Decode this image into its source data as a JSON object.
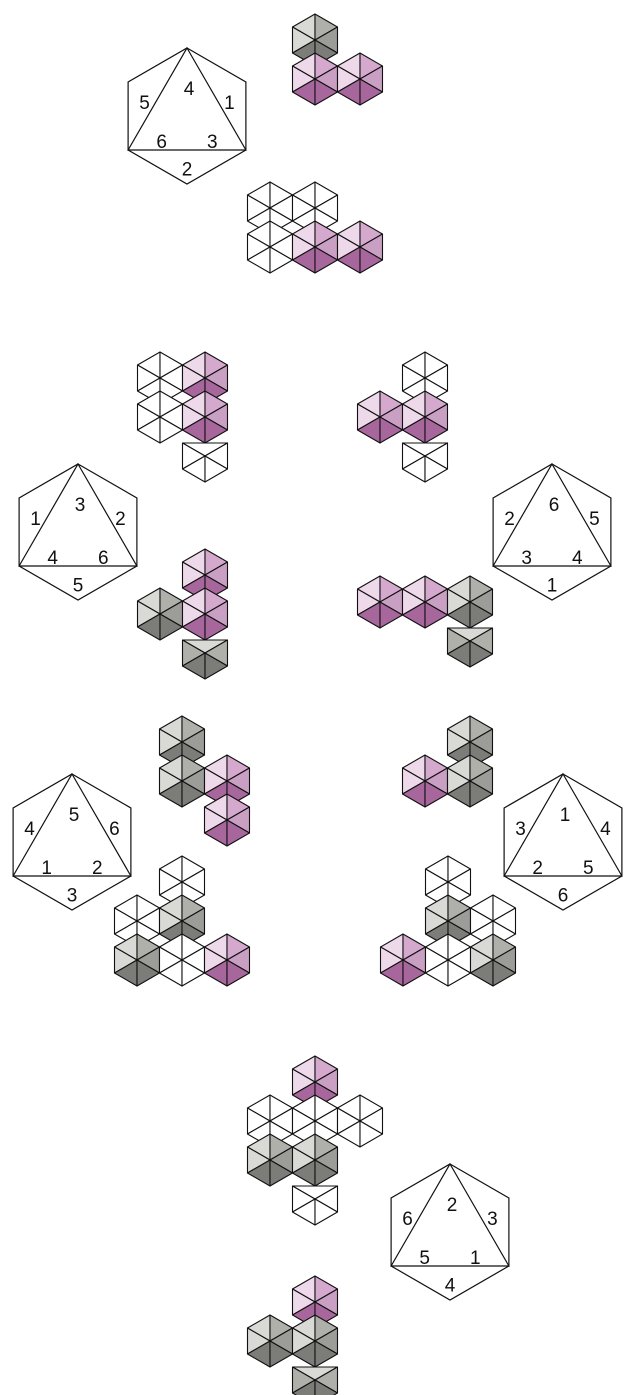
{
  "colors": {
    "stroke": "#111111",
    "background": "#ffffff",
    "white_face": "#ffffff",
    "pink": {
      "light": "#eed9ea",
      "mid": "#d5a9ce",
      "dark": "#c9a0c4",
      "deep": "#a8679c"
    },
    "gray": {
      "light": "#d9d9d6",
      "mid": "#b0b0ab",
      "dark": "#9c9c98",
      "deep": "#7c7c78"
    }
  },
  "hexagons": [
    {
      "labels": [
        "4",
        "1",
        "3",
        "2",
        "6",
        "5"
      ]
    },
    {
      "labels": [
        "3",
        "2",
        "6",
        "5",
        "4",
        "1"
      ]
    },
    {
      "labels": [
        "6",
        "5",
        "4",
        "1",
        "3",
        "2"
      ]
    },
    {
      "labels": [
        "5",
        "6",
        "2",
        "3",
        "1",
        "4"
      ]
    },
    {
      "labels": [
        "1",
        "4",
        "5",
        "6",
        "2",
        "3"
      ]
    },
    {
      "labels": [
        "2",
        "3",
        "1",
        "4",
        "5",
        "6"
      ]
    }
  ],
  "pieces": [
    {
      "id": "top-piece",
      "cubes": [
        {
          "c": 0,
          "r": 0,
          "color": "gray",
          "flat": false
        },
        {
          "c": 0,
          "r": 1,
          "color": "pink",
          "flat": false
        },
        {
          "c": 1,
          "r": 1,
          "color": "pink",
          "flat": false
        }
      ]
    },
    {
      "id": "block-top-center",
      "cubes": [
        {
          "c": -1,
          "r": 0,
          "color": "white",
          "flat": false
        },
        {
          "c": 0,
          "r": 0,
          "color": "white",
          "flat": false
        },
        {
          "c": -1,
          "r": 1,
          "color": "white",
          "flat": false
        },
        {
          "c": 0,
          "r": 1,
          "color": "pink",
          "flat": false
        },
        {
          "c": 1,
          "r": 1,
          "color": "pink",
          "flat": false
        }
      ]
    },
    {
      "id": "block-left-1",
      "cubes": [
        {
          "c": -1,
          "r": 0,
          "color": "white",
          "flat": false
        },
        {
          "c": 0,
          "r": 0,
          "color": "pink",
          "flat": false
        },
        {
          "c": 0,
          "r": 1,
          "color": "pink",
          "flat": false
        },
        {
          "c": -1,
          "r": 1,
          "color": "white",
          "flat": false
        },
        {
          "c": 0,
          "r": 2,
          "color": "white",
          "flat": true
        }
      ]
    },
    {
      "id": "block-right-1",
      "cubes": [
        {
          "c": 0,
          "r": 0,
          "color": "white",
          "flat": false
        },
        {
          "c": -1,
          "r": 1,
          "color": "pink",
          "flat": false
        },
        {
          "c": 0,
          "r": 1,
          "color": "pink",
          "flat": false
        },
        {
          "c": 0,
          "r": 2,
          "color": "white",
          "flat": true
        }
      ]
    },
    {
      "id": "piece-left-2",
      "cubes": [
        {
          "c": 0,
          "r": 0,
          "color": "pink",
          "flat": false
        },
        {
          "c": -1,
          "r": 1,
          "color": "gray",
          "flat": false
        },
        {
          "c": 0,
          "r": 1,
          "color": "pink",
          "flat": false
        },
        {
          "c": 0,
          "r": 2,
          "color": "gray",
          "flat": true
        }
      ]
    },
    {
      "id": "piece-right-2",
      "cubes": [
        {
          "c": -1,
          "r": 0,
          "color": "pink",
          "flat": false
        },
        {
          "c": 0,
          "r": 0,
          "color": "pink",
          "flat": false
        },
        {
          "c": 1,
          "r": 0,
          "color": "gray",
          "flat": false
        },
        {
          "c": 1,
          "r": 1,
          "color": "gray",
          "flat": true
        }
      ]
    },
    {
      "id": "piece-left-3",
      "cubes": [
        {
          "c": 0,
          "r": 0,
          "color": "gray",
          "flat": false
        },
        {
          "c": 0,
          "r": 1,
          "color": "gray",
          "flat": false
        },
        {
          "c": 1,
          "r": 1,
          "color": "pink",
          "flat": false
        },
        {
          "c": 1,
          "r": 2,
          "color": "pink",
          "flat": false
        }
      ]
    },
    {
      "id": "piece-right-3",
      "cubes": [
        {
          "c": 1,
          "r": 0,
          "color": "gray",
          "flat": false
        },
        {
          "c": 0,
          "r": 1,
          "color": "pink",
          "flat": false
        },
        {
          "c": 1,
          "r": 1,
          "color": "gray",
          "flat": false
        }
      ]
    },
    {
      "id": "block-left-4",
      "cubes": [
        {
          "c": 0,
          "r": 0,
          "color": "white",
          "flat": false
        },
        {
          "c": -1,
          "r": 1,
          "color": "white",
          "flat": false
        },
        {
          "c": 0,
          "r": 1,
          "color": "gray",
          "flat": false
        },
        {
          "c": -1,
          "r": 2,
          "color": "gray",
          "flat": false
        },
        {
          "c": 0,
          "r": 2,
          "color": "white",
          "flat": false
        },
        {
          "c": 1,
          "r": 2,
          "color": "pink",
          "flat": false
        }
      ]
    },
    {
      "id": "block-right-4",
      "cubes": [
        {
          "c": 0,
          "r": 0,
          "color": "white",
          "flat": false
        },
        {
          "c": 0,
          "r": 1,
          "color": "gray",
          "flat": false
        },
        {
          "c": 1,
          "r": 1,
          "color": "white",
          "flat": false
        },
        {
          "c": -1,
          "r": 2,
          "color": "pink",
          "flat": false
        },
        {
          "c": 0,
          "r": 2,
          "color": "white",
          "flat": false
        },
        {
          "c": 1,
          "r": 2,
          "color": "gray",
          "flat": false
        }
      ]
    },
    {
      "id": "block-bottom-center",
      "cubes": [
        {
          "c": 0,
          "r": 0,
          "color": "pink",
          "flat": false
        },
        {
          "c": -1,
          "r": 1,
          "color": "white",
          "flat": false
        },
        {
          "c": 0,
          "r": 1,
          "color": "white",
          "flat": false
        },
        {
          "c": 1,
          "r": 1,
          "color": "white",
          "flat": false
        },
        {
          "c": -1,
          "r": 2,
          "color": "gray",
          "flat": false
        },
        {
          "c": 0,
          "r": 2,
          "color": "gray",
          "flat": false
        },
        {
          "c": 0,
          "r": 3,
          "color": "white",
          "flat": true
        }
      ]
    },
    {
      "id": "bottom-piece",
      "cubes": [
        {
          "c": 0,
          "r": 0,
          "color": "pink",
          "flat": false
        },
        {
          "c": -1,
          "r": 1,
          "color": "gray",
          "flat": false
        },
        {
          "c": 0,
          "r": 1,
          "color": "gray",
          "flat": false
        },
        {
          "c": 0,
          "r": 2,
          "color": "gray",
          "flat": true
        }
      ]
    }
  ]
}
